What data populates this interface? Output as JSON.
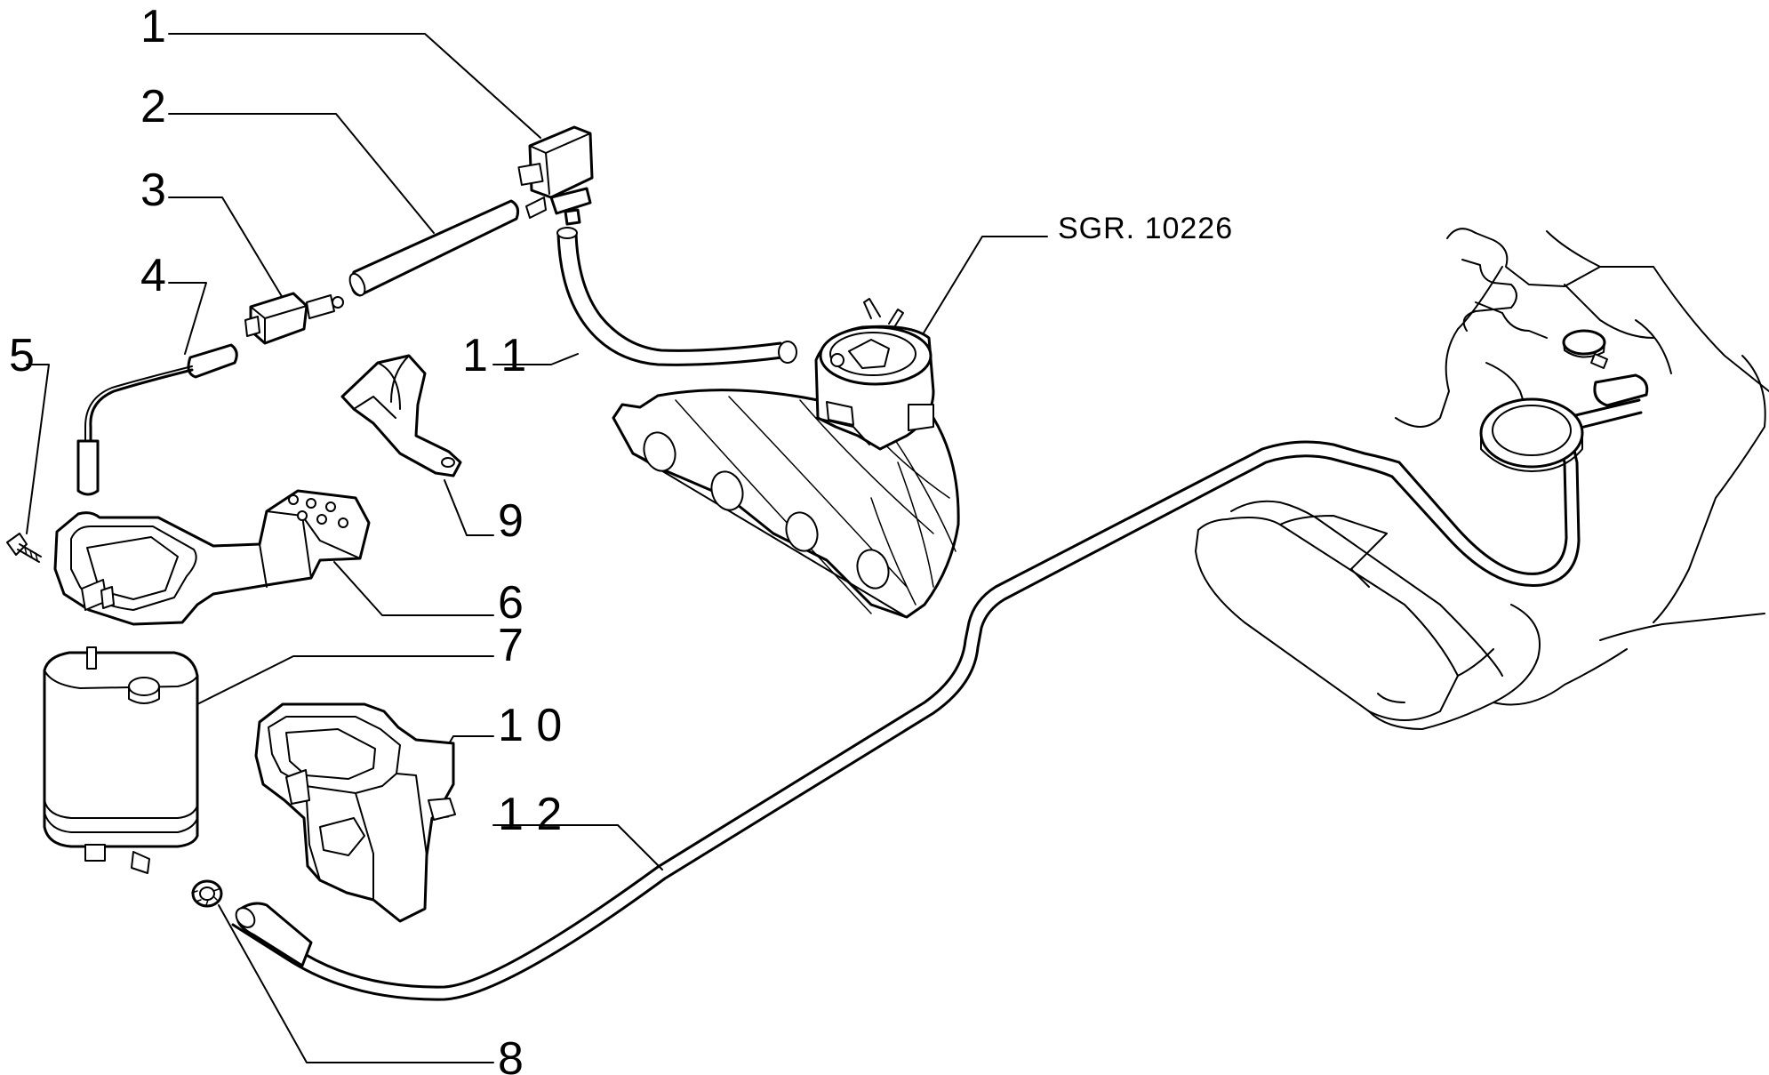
{
  "callouts": {
    "c1": "1",
    "c2": "2",
    "c3": "3",
    "c4": "4",
    "c5": "5",
    "c6": "6",
    "c7": "7",
    "c8": "8",
    "c9": "9",
    "c10": "1 0",
    "c11": "1 1",
    "c12": "1 2"
  },
  "reference": "SGR. 10226"
}
